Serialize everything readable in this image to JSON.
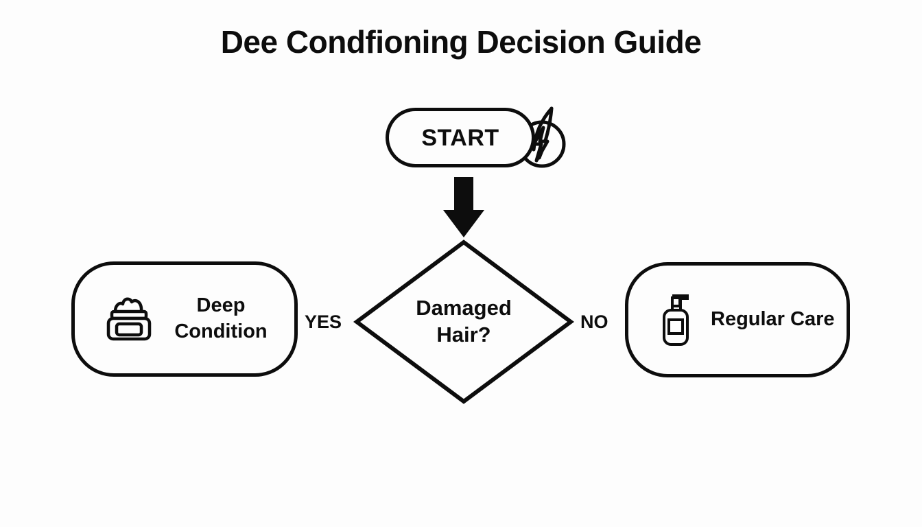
{
  "page": {
    "title": "Dee Condfioning Decision Guide",
    "background_color": "#fdfdfd",
    "ink_color": "#0d0d0d"
  },
  "flowchart": {
    "start": {
      "label": "START",
      "badge_icon": "hair-strand-lightning-icon"
    },
    "decision": {
      "line1": "Damaged",
      "line2": "Hair?"
    },
    "edges": {
      "yes_label": "YES",
      "no_label": "NO",
      "down_arrow": "down-arrow-icon"
    },
    "outcomes": [
      {
        "id": "deep-condition",
        "icon": "cream-jar-icon",
        "line1": "Deep",
        "line2": "Condition"
      },
      {
        "id": "regular-care",
        "icon": "pump-bottle-icon",
        "line1": "Regular Care"
      }
    ]
  }
}
